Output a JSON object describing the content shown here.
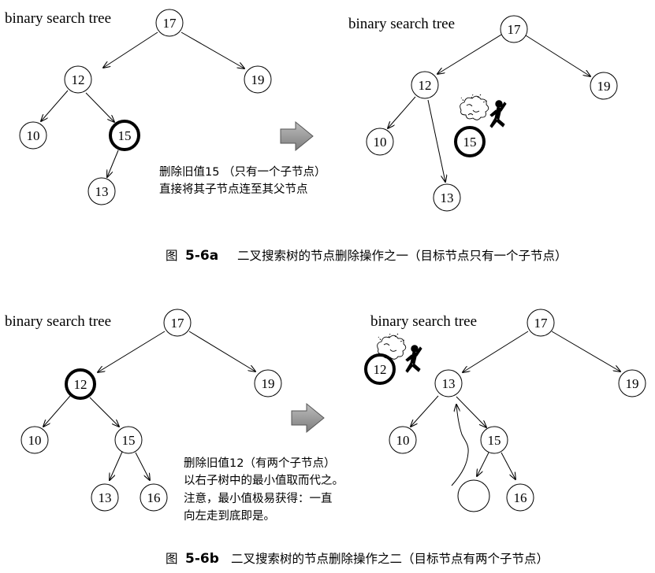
{
  "figure_a": {
    "before": {
      "title": "binary search tree",
      "nodes": [
        "17",
        "12",
        "19",
        "10",
        "15",
        "13"
      ]
    },
    "after": {
      "title": "binary search tree",
      "nodes": [
        "17",
        "12",
        "19",
        "10",
        "15",
        "13"
      ]
    },
    "note": [
      "删除旧值15 （只有一个子节点）",
      "直接将其子节点连至其父节点"
    ],
    "caption_prefix": "图",
    "caption_number": "5-6a",
    "caption_text": "二叉搜索树的节点删除操作之一（目标节点只有一个子节点）"
  },
  "figure_b": {
    "before": {
      "title": "binary search tree",
      "nodes": [
        "17",
        "12",
        "19",
        "10",
        "15",
        "13",
        "16"
      ]
    },
    "after": {
      "title": "binary search tree",
      "nodes": [
        "17",
        "12",
        "13",
        "19",
        "10",
        "15",
        "16"
      ]
    },
    "note": [
      "删除旧值12（有两个子节点）",
      "以右子树中的最小值取而代之。",
      "注意，最小值极易获得：一直",
      "向左走到底即是。"
    ],
    "caption_prefix": "图",
    "caption_number": "5-6b",
    "caption_text": "二叉搜索树的节点删除操作之二（目标节点有两个子节点）"
  },
  "colors": {
    "ink": "#000000",
    "arrow_fill": "#9a9a9a",
    "background": "#ffffff"
  }
}
